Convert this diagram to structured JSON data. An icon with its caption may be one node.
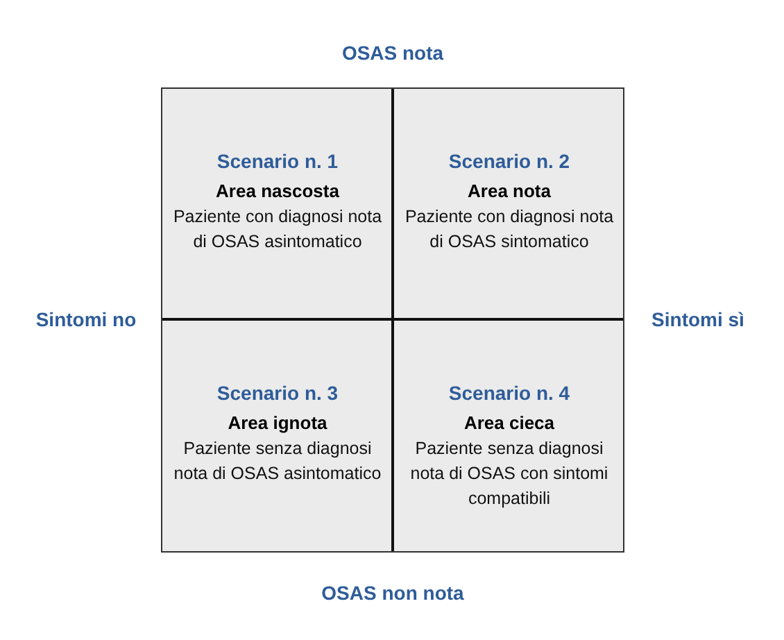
{
  "diagram": {
    "nodes": [
      {
        "text": [],
        "shape": "box"
      },
      {
        "text": [
          "Scenario n. 1",
          "Area nascosta",
          "Paziente con diagnosi nota di OSAS asintomatico"
        ],
        "in": 0
      },
      {
        "text": [
          "Scenario n. 2",
          "Area nota",
          "Paziente con diagnosi nota di OSAS sintomatico"
        ],
        "in": 0
      },
      {
        "text": [
          "Scenario n. 3",
          "Area ignota",
          "Paziente senza diagnosi nota di OSAS asintomatico"
        ],
        "in": 0
      },
      {
        "text": [
          "Scenario n. 4",
          "Area cieca",
          "Paziente senza diagnosi nota di OSAS con sintomi compatibili"
        ],
        "in": 0
      }
    ],
    "edges": [],
    "labels": [
      "OSAS nota",
      "Sintomi no",
      "Sintomi sì",
      "OSAS non nota"
    ]
  }
}
